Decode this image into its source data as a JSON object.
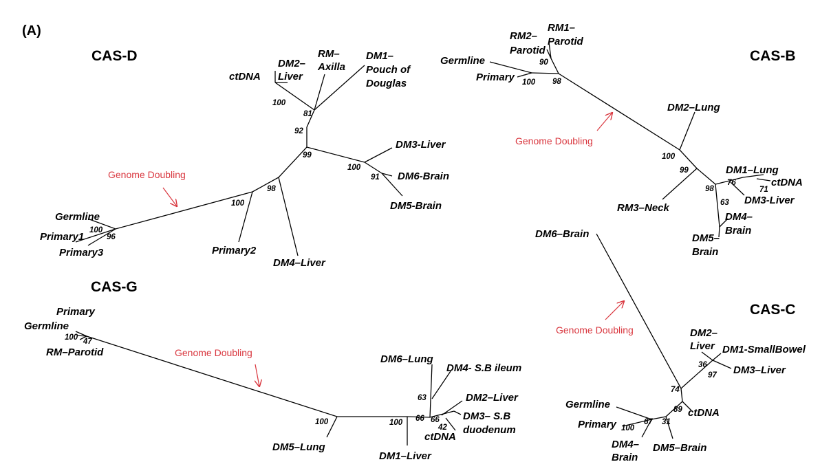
{
  "panel_label": "(A)",
  "annotation": "Genome Doubling",
  "trees": {
    "cas_d": {
      "title": "CAS-D",
      "leaves": {
        "ctdna": "ctDNA",
        "dm2_liver": [
          "DM2–",
          "Liver"
        ],
        "rm_axilla": [
          "RM–",
          "Axilla"
        ],
        "dm1_pouch": [
          "DM1–",
          "Pouch of",
          "Douglas"
        ],
        "dm3_liver": "DM3-Liver",
        "dm6_brain": "DM6-Brain",
        "dm5_brain": "DM5-Brain",
        "germline": "Germline",
        "primary1": "Primary1",
        "primary3": "Primary3",
        "primary2": "Primary2",
        "dm4_liver": "DM4–Liver"
      },
      "bootstrap": {
        "n100a": "100",
        "n81": "81",
        "n92": "92",
        "n99": "99",
        "n100b": "100",
        "n91": "91",
        "n98": "98",
        "n100c": "100",
        "n100d": "100",
        "n96": "96"
      }
    },
    "cas_b": {
      "title": "CAS-B",
      "leaves": {
        "rm2_parotid": [
          "RM2–",
          "Parotid"
        ],
        "rm1_parotid": [
          "RM1–",
          "Parotid"
        ],
        "germline": "Germline",
        "primary": "Primary",
        "dm2_lung": "DM2–Lung",
        "dm1_lung": "DM1–Lung",
        "ctdna": "ctDNA",
        "dm3_liver": "DM3-Liver",
        "dm4_brain": [
          "DM4–",
          "Brain"
        ],
        "dm5_brain": [
          "DM5–",
          "Brain"
        ],
        "rm3_neck": "RM3–Neck"
      },
      "bootstrap": {
        "n90": "90",
        "n100a": "100",
        "n98a": "98",
        "n100b": "100",
        "n99": "99",
        "n98b": "98",
        "n76": "76",
        "n71": "71",
        "n63": "63"
      }
    },
    "cas_g": {
      "title": "CAS-G",
      "leaves": {
        "primary": "Primary",
        "germline": "Germline",
        "rm_parotid": "RM–Parotid",
        "dm6_lung": "DM6–Lung",
        "dm4_sb_ileum": "DM4- S.B ileum",
        "dm2_liver": "DM2–Liver",
        "dm3_sb_duodenum": [
          "DM3– S.B",
          "duodenum"
        ],
        "ctdna": "ctDNA",
        "dm1_liver": "DM1–Liver",
        "dm5_lung": "DM5–Lung"
      },
      "bootstrap": {
        "n100a": "100",
        "n47": "47",
        "n100b": "100",
        "n100c": "100",
        "n66a": "66",
        "n66b": "66",
        "n63": "63",
        "n42": "42"
      }
    },
    "cas_c": {
      "title": "CAS-C",
      "leaves": {
        "dm6_brain": "DM6–Brain",
        "dm2_liver": [
          "DM2–",
          "Liver"
        ],
        "dm1_smallbowel": "DM1-SmallBowel",
        "dm3_liver": "DM3–Liver",
        "germline": "Germline",
        "primary": "Primary",
        "ctdna": "ctDNA",
        "dm4_brain": [
          "DM4–",
          "Brain"
        ],
        "dm5_brain": "DM5–Brain"
      },
      "bootstrap": {
        "n36": "36",
        "n97": "97",
        "n74": "74",
        "n89": "89",
        "n67": "67",
        "n100": "100",
        "n31": "31"
      }
    }
  },
  "colors": {
    "branch": "#000000",
    "annotation": "#d9363e"
  }
}
